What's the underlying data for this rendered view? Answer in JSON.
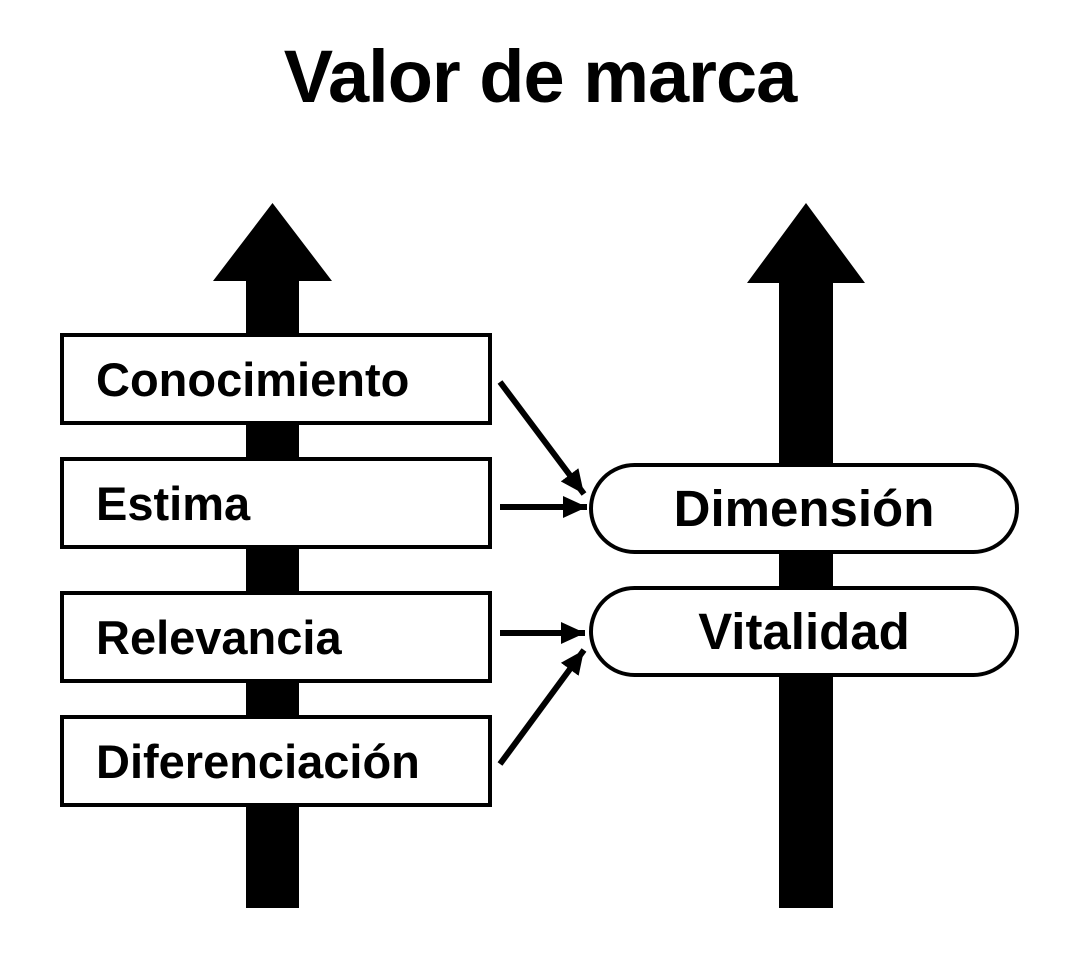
{
  "title": "Valor de marca",
  "colors": {
    "ink": "#000000",
    "paper": "#ffffff"
  },
  "left_factors": [
    {
      "label": "Conocimiento"
    },
    {
      "label": "Estima"
    },
    {
      "label": "Relevancia"
    },
    {
      "label": "Diferenciación"
    }
  ],
  "right_dimensions": [
    {
      "label": "Dimensión"
    },
    {
      "label": "Vitalidad"
    }
  ],
  "connections": [
    {
      "from": "Conocimiento",
      "to": "Dimensión"
    },
    {
      "from": "Estima",
      "to": "Dimensión"
    },
    {
      "from": "Relevancia",
      "to": "Vitalidad"
    },
    {
      "from": "Diferenciación",
      "to": "Vitalidad"
    }
  ]
}
